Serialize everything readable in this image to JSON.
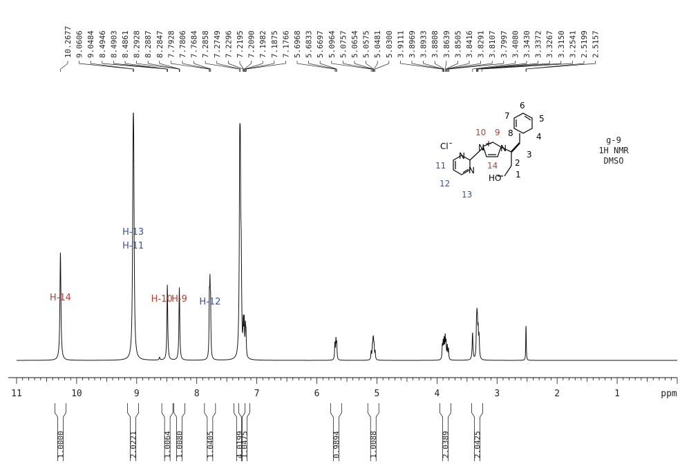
{
  "chart_data": {
    "type": "line",
    "title": "",
    "xlabel": "ppm",
    "ylabel": "",
    "xlim": [
      11.0,
      0.0
    ],
    "x_reversed": true,
    "x_ticks": [
      11,
      10,
      9,
      8,
      7,
      6,
      5,
      4,
      3,
      2,
      1
    ],
    "info_lines": [
      "g-9",
      "1H NMR",
      "DMSO"
    ],
    "peak_labels": [
      "10.2677",
      "9.0606",
      "9.0484",
      "8.4946",
      "8.4903",
      "8.4861",
      "8.2928",
      "8.2887",
      "8.2847",
      "7.7928",
      "7.7806",
      "7.7684",
      "7.2858",
      "7.2749",
      "7.2296",
      "7.2195",
      "7.2090",
      "7.1982",
      "7.1875",
      "7.1766",
      "5.6968",
      "5.6833",
      "5.6697",
      "5.0964",
      "5.0757",
      "5.0654",
      "5.0575",
      "5.0481",
      "5.0300",
      "3.9111",
      "3.8969",
      "3.8933",
      "3.8808",
      "3.8639",
      "3.8505",
      "3.8416",
      "3.8291",
      "3.8107",
      "3.7997",
      "3.4080",
      "3.3430",
      "3.3372",
      "3.3267",
      "3.3150",
      "3.2541",
      "2.5199",
      "2.5157"
    ],
    "series": [
      {
        "peaks": [
          {
            "ppm": 10.27,
            "height": 0.4,
            "width": 0.01
          },
          {
            "ppm": 9.06,
            "height": 0.6,
            "width": 0.01
          },
          {
            "ppm": 9.05,
            "height": 0.55,
            "width": 0.01
          },
          {
            "ppm": 8.49,
            "height": 0.28,
            "width": 0.008
          },
          {
            "ppm": 8.29,
            "height": 0.27,
            "width": 0.008
          },
          {
            "ppm": 7.79,
            "height": 0.2,
            "width": 0.006
          },
          {
            "ppm": 7.78,
            "height": 0.22,
            "width": 0.006
          },
          {
            "ppm": 7.77,
            "height": 0.18,
            "width": 0.006
          },
          {
            "ppm": 7.285,
            "height": 0.6,
            "width": 0.008
          },
          {
            "ppm": 7.275,
            "height": 0.55,
            "width": 0.008
          },
          {
            "ppm": 7.26,
            "height": 0.3,
            "width": 0.008
          },
          {
            "ppm": 7.225,
            "height": 0.11,
            "width": 0.006
          },
          {
            "ppm": 7.21,
            "height": 0.12,
            "width": 0.006
          },
          {
            "ppm": 7.19,
            "height": 0.1,
            "width": 0.006
          },
          {
            "ppm": 7.18,
            "height": 0.08,
            "width": 0.006
          },
          {
            "ppm": 5.7,
            "height": 0.06,
            "width": 0.006
          },
          {
            "ppm": 5.683,
            "height": 0.07,
            "width": 0.006
          },
          {
            "ppm": 5.67,
            "height": 0.06,
            "width": 0.006
          },
          {
            "ppm": 5.096,
            "height": 0.03,
            "width": 0.006
          },
          {
            "ppm": 5.076,
            "height": 0.045,
            "width": 0.006
          },
          {
            "ppm": 5.065,
            "height": 0.05,
            "width": 0.006
          },
          {
            "ppm": 5.058,
            "height": 0.05,
            "width": 0.006
          },
          {
            "ppm": 5.048,
            "height": 0.045,
            "width": 0.006
          },
          {
            "ppm": 5.03,
            "height": 0.03,
            "width": 0.006
          },
          {
            "ppm": 3.911,
            "height": 0.05,
            "width": 0.006
          },
          {
            "ppm": 3.897,
            "height": 0.06,
            "width": 0.006
          },
          {
            "ppm": 3.881,
            "height": 0.07,
            "width": 0.006
          },
          {
            "ppm": 3.864,
            "height": 0.08,
            "width": 0.006
          },
          {
            "ppm": 3.85,
            "height": 0.06,
            "width": 0.006
          },
          {
            "ppm": 3.829,
            "height": 0.05,
            "width": 0.006
          },
          {
            "ppm": 3.81,
            "height": 0.04,
            "width": 0.006
          },
          {
            "ppm": 3.408,
            "height": 0.1,
            "width": 0.008
          },
          {
            "ppm": 3.343,
            "height": 0.1,
            "width": 0.006
          },
          {
            "ppm": 3.335,
            "height": 0.11,
            "width": 0.006
          },
          {
            "ppm": 3.327,
            "height": 0.1,
            "width": 0.006
          },
          {
            "ppm": 3.315,
            "height": 0.09,
            "width": 0.006
          },
          {
            "ppm": 3.3,
            "height": 0.08,
            "width": 0.008
          },
          {
            "ppm": 2.52,
            "height": 0.08,
            "width": 0.004
          },
          {
            "ppm": 2.516,
            "height": 0.08,
            "width": 0.004
          },
          {
            "ppm": 8.62,
            "height": 0.01,
            "width": 0.008
          },
          {
            "ppm": 7.3,
            "height": 0.02,
            "width": 0.01
          }
        ]
      }
    ],
    "integrals": [
      {
        "ppm": 10.27,
        "value": "1.0000"
      },
      {
        "ppm": 9.06,
        "value": "2.0221"
      },
      {
        "ppm": 8.49,
        "value": "1.0064"
      },
      {
        "ppm": 8.29,
        "value": "1.0080"
      },
      {
        "ppm": 7.78,
        "value": "1.0405"
      },
      {
        "ppm": 7.29,
        "value": "4.0199"
      },
      {
        "ppm": 7.21,
        "value": "1.0475"
      },
      {
        "ppm": 5.68,
        "value": "0.9894"
      },
      {
        "ppm": 5.06,
        "value": "1.0088"
      },
      {
        "ppm": 3.86,
        "value": "2.0389"
      },
      {
        "ppm": 3.33,
        "value": "2.0425"
      }
    ],
    "annotations": [
      {
        "text": "H-14",
        "ppm": 10.27,
        "color": "#c0392b"
      },
      {
        "text": "H-13",
        "ppm": 9.06,
        "color": "#3a4fa0"
      },
      {
        "text": "H-11",
        "ppm": 9.06,
        "color": "#3a4fa0"
      },
      {
        "text": "H-10",
        "ppm": 8.49,
        "color": "#c0392b"
      },
      {
        "text": "H-9",
        "ppm": 8.29,
        "color": "#c0392b"
      },
      {
        "text": "H-12",
        "ppm": 7.78,
        "color": "#3a4fa0"
      }
    ],
    "grid": false
  },
  "molecule": {
    "counterion": "Cl",
    "charge": "-",
    "plus": "+",
    "atoms": {
      "n": "N",
      "ho": "HO"
    },
    "numbers_red": [
      "10",
      "9",
      "14"
    ],
    "numbers_blue": [
      "11",
      "12",
      "13"
    ],
    "numbers_black": [
      "6",
      "7",
      "5",
      "8",
      "4",
      "3",
      "2",
      "1"
    ]
  },
  "colors": {
    "red": "#c0392b",
    "blue": "#3a4fa0",
    "line": "#111111"
  }
}
